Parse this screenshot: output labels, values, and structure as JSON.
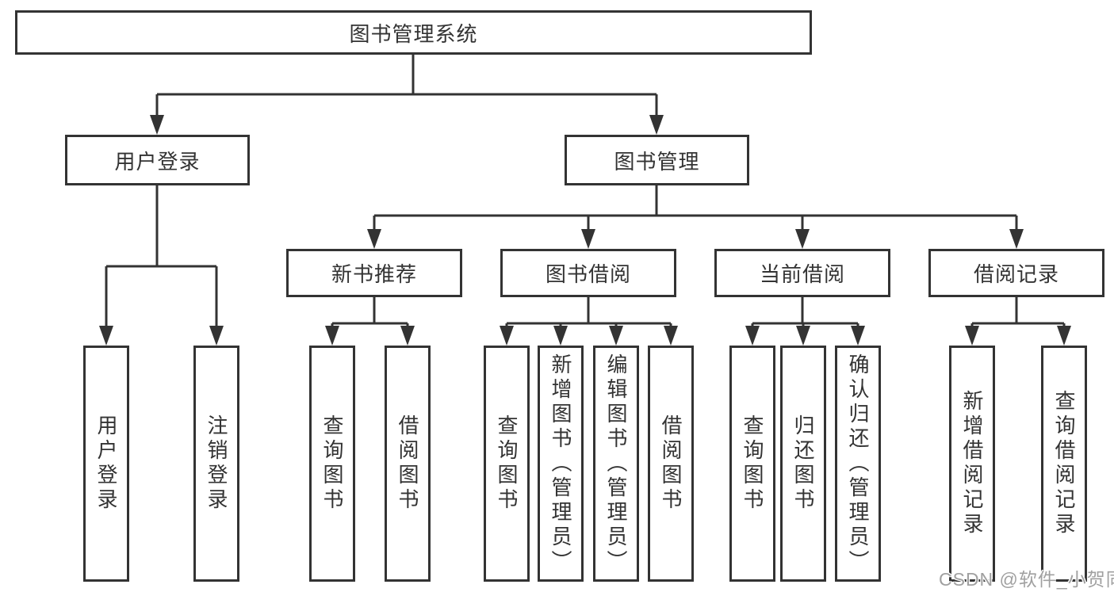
{
  "diagram": {
    "type": "function-structure-tree",
    "title": "图书管理系统",
    "watermark": "CSDN @软件_小贺同学",
    "colors": {
      "background": "#ffffff",
      "line": "#333333",
      "box_fill": "#ffffff",
      "text": "#333333",
      "watermark": "#a0a0a0"
    },
    "nodes": {
      "root": {
        "label": "图书管理系统"
      },
      "user_login": {
        "label": "用户登录"
      },
      "book_management": {
        "label": "图书管理"
      },
      "new_book_rec": {
        "label": "新书推荐"
      },
      "book_borrow": {
        "label": "图书借阅"
      },
      "current_borrow": {
        "label": "当前借阅"
      },
      "borrow_record": {
        "label": "借阅记录"
      },
      "login_leaf": {
        "label": "用户登录"
      },
      "logout_leaf": {
        "label": "注销登录"
      },
      "rec_query": {
        "label": "查询图书"
      },
      "rec_borrow": {
        "label": "借阅图书"
      },
      "bb_query": {
        "label": "查询图书"
      },
      "bb_add": {
        "label": "新增图书（管理员）"
      },
      "bb_edit": {
        "label": "编辑图书（管理员）"
      },
      "bb_borrow": {
        "label": "借阅图书"
      },
      "cb_query": {
        "label": "查询图书"
      },
      "cb_return": {
        "label": "归还图书"
      },
      "cb_confirm": {
        "label": "确认归还（管理员）"
      },
      "br_add": {
        "label": "新增借阅记录"
      },
      "br_query": {
        "label": "查询借阅记录"
      }
    },
    "edges": [
      {
        "from": "图书管理系统",
        "to": "用户登录"
      },
      {
        "from": "图书管理系统",
        "to": "图书管理"
      },
      {
        "from": "用户登录",
        "to": "用户登录"
      },
      {
        "from": "用户登录",
        "to": "注销登录"
      },
      {
        "from": "图书管理",
        "to": "新书推荐"
      },
      {
        "from": "图书管理",
        "to": "图书借阅"
      },
      {
        "from": "图书管理",
        "to": "当前借阅"
      },
      {
        "from": "图书管理",
        "to": "借阅记录"
      },
      {
        "from": "新书推荐",
        "to": "查询图书"
      },
      {
        "from": "新书推荐",
        "to": "借阅图书"
      },
      {
        "from": "图书借阅",
        "to": "查询图书"
      },
      {
        "from": "图书借阅",
        "to": "新增图书（管理员）"
      },
      {
        "from": "图书借阅",
        "to": "编辑图书（管理员）"
      },
      {
        "from": "图书借阅",
        "to": "借阅图书"
      },
      {
        "from": "当前借阅",
        "to": "查询图书"
      },
      {
        "from": "当前借阅",
        "to": "归还图书"
      },
      {
        "from": "当前借阅",
        "to": "确认归还（管理员）"
      },
      {
        "from": "借阅记录",
        "to": "新增借阅记录"
      },
      {
        "from": "借阅记录",
        "to": "查询借阅记录"
      }
    ]
  }
}
